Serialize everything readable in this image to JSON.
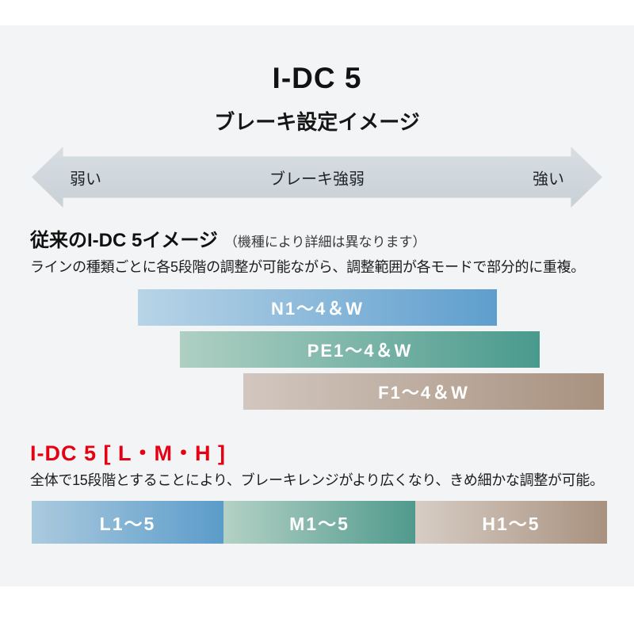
{
  "page": {
    "title": "I-DC 5",
    "subtitle": "ブレーキ設定イメージ"
  },
  "axis": {
    "left_label": "弱い",
    "center_label": "ブレーキ強弱",
    "right_label": "強い",
    "arrow_gradient": {
      "dir": "180deg",
      "from": "#d8dee2",
      "to": "#c8d1d7"
    }
  },
  "conventional": {
    "heading": "従来のI-DC 5イメージ",
    "heading_note": "（機種により詳細は異なります）",
    "description": "ラインの種類ごとに各5段階の調整が可能ながら、調整範囲が各モードで部分的に重複。",
    "bars": [
      {
        "label": "N1〜4＆W",
        "gradient": {
          "dir": "90deg",
          "from": "#b8d4e7",
          "to": "#5e9ecd"
        }
      },
      {
        "label": "PE1〜4＆W",
        "gradient": {
          "dir": "90deg",
          "from": "#aed0c3",
          "to": "#499a8d"
        }
      },
      {
        "label": "F1〜4＆W",
        "gradient": {
          "dir": "90deg",
          "from": "#d2c7bf",
          "to": "#a8917f"
        }
      }
    ]
  },
  "new_section": {
    "heading": "I-DC 5 [ L・M・H ]",
    "heading_color": "#e60012",
    "description": "全体で15段階とすることにより、ブレーキレンジがより広くなり、きめ細かな調整が可能。",
    "segments": [
      {
        "label": "L1〜5",
        "gradient": {
          "dir": "90deg",
          "from": "#abcade",
          "to": "#5b9cca"
        }
      },
      {
        "label": "M1〜5",
        "gradient": {
          "dir": "90deg",
          "from": "#b4d1c5",
          "to": "#4f9a8d"
        }
      },
      {
        "label": "H1〜5",
        "gradient": {
          "dir": "90deg",
          "from": "#d7cdc5",
          "to": "#a8917f"
        }
      }
    ]
  }
}
